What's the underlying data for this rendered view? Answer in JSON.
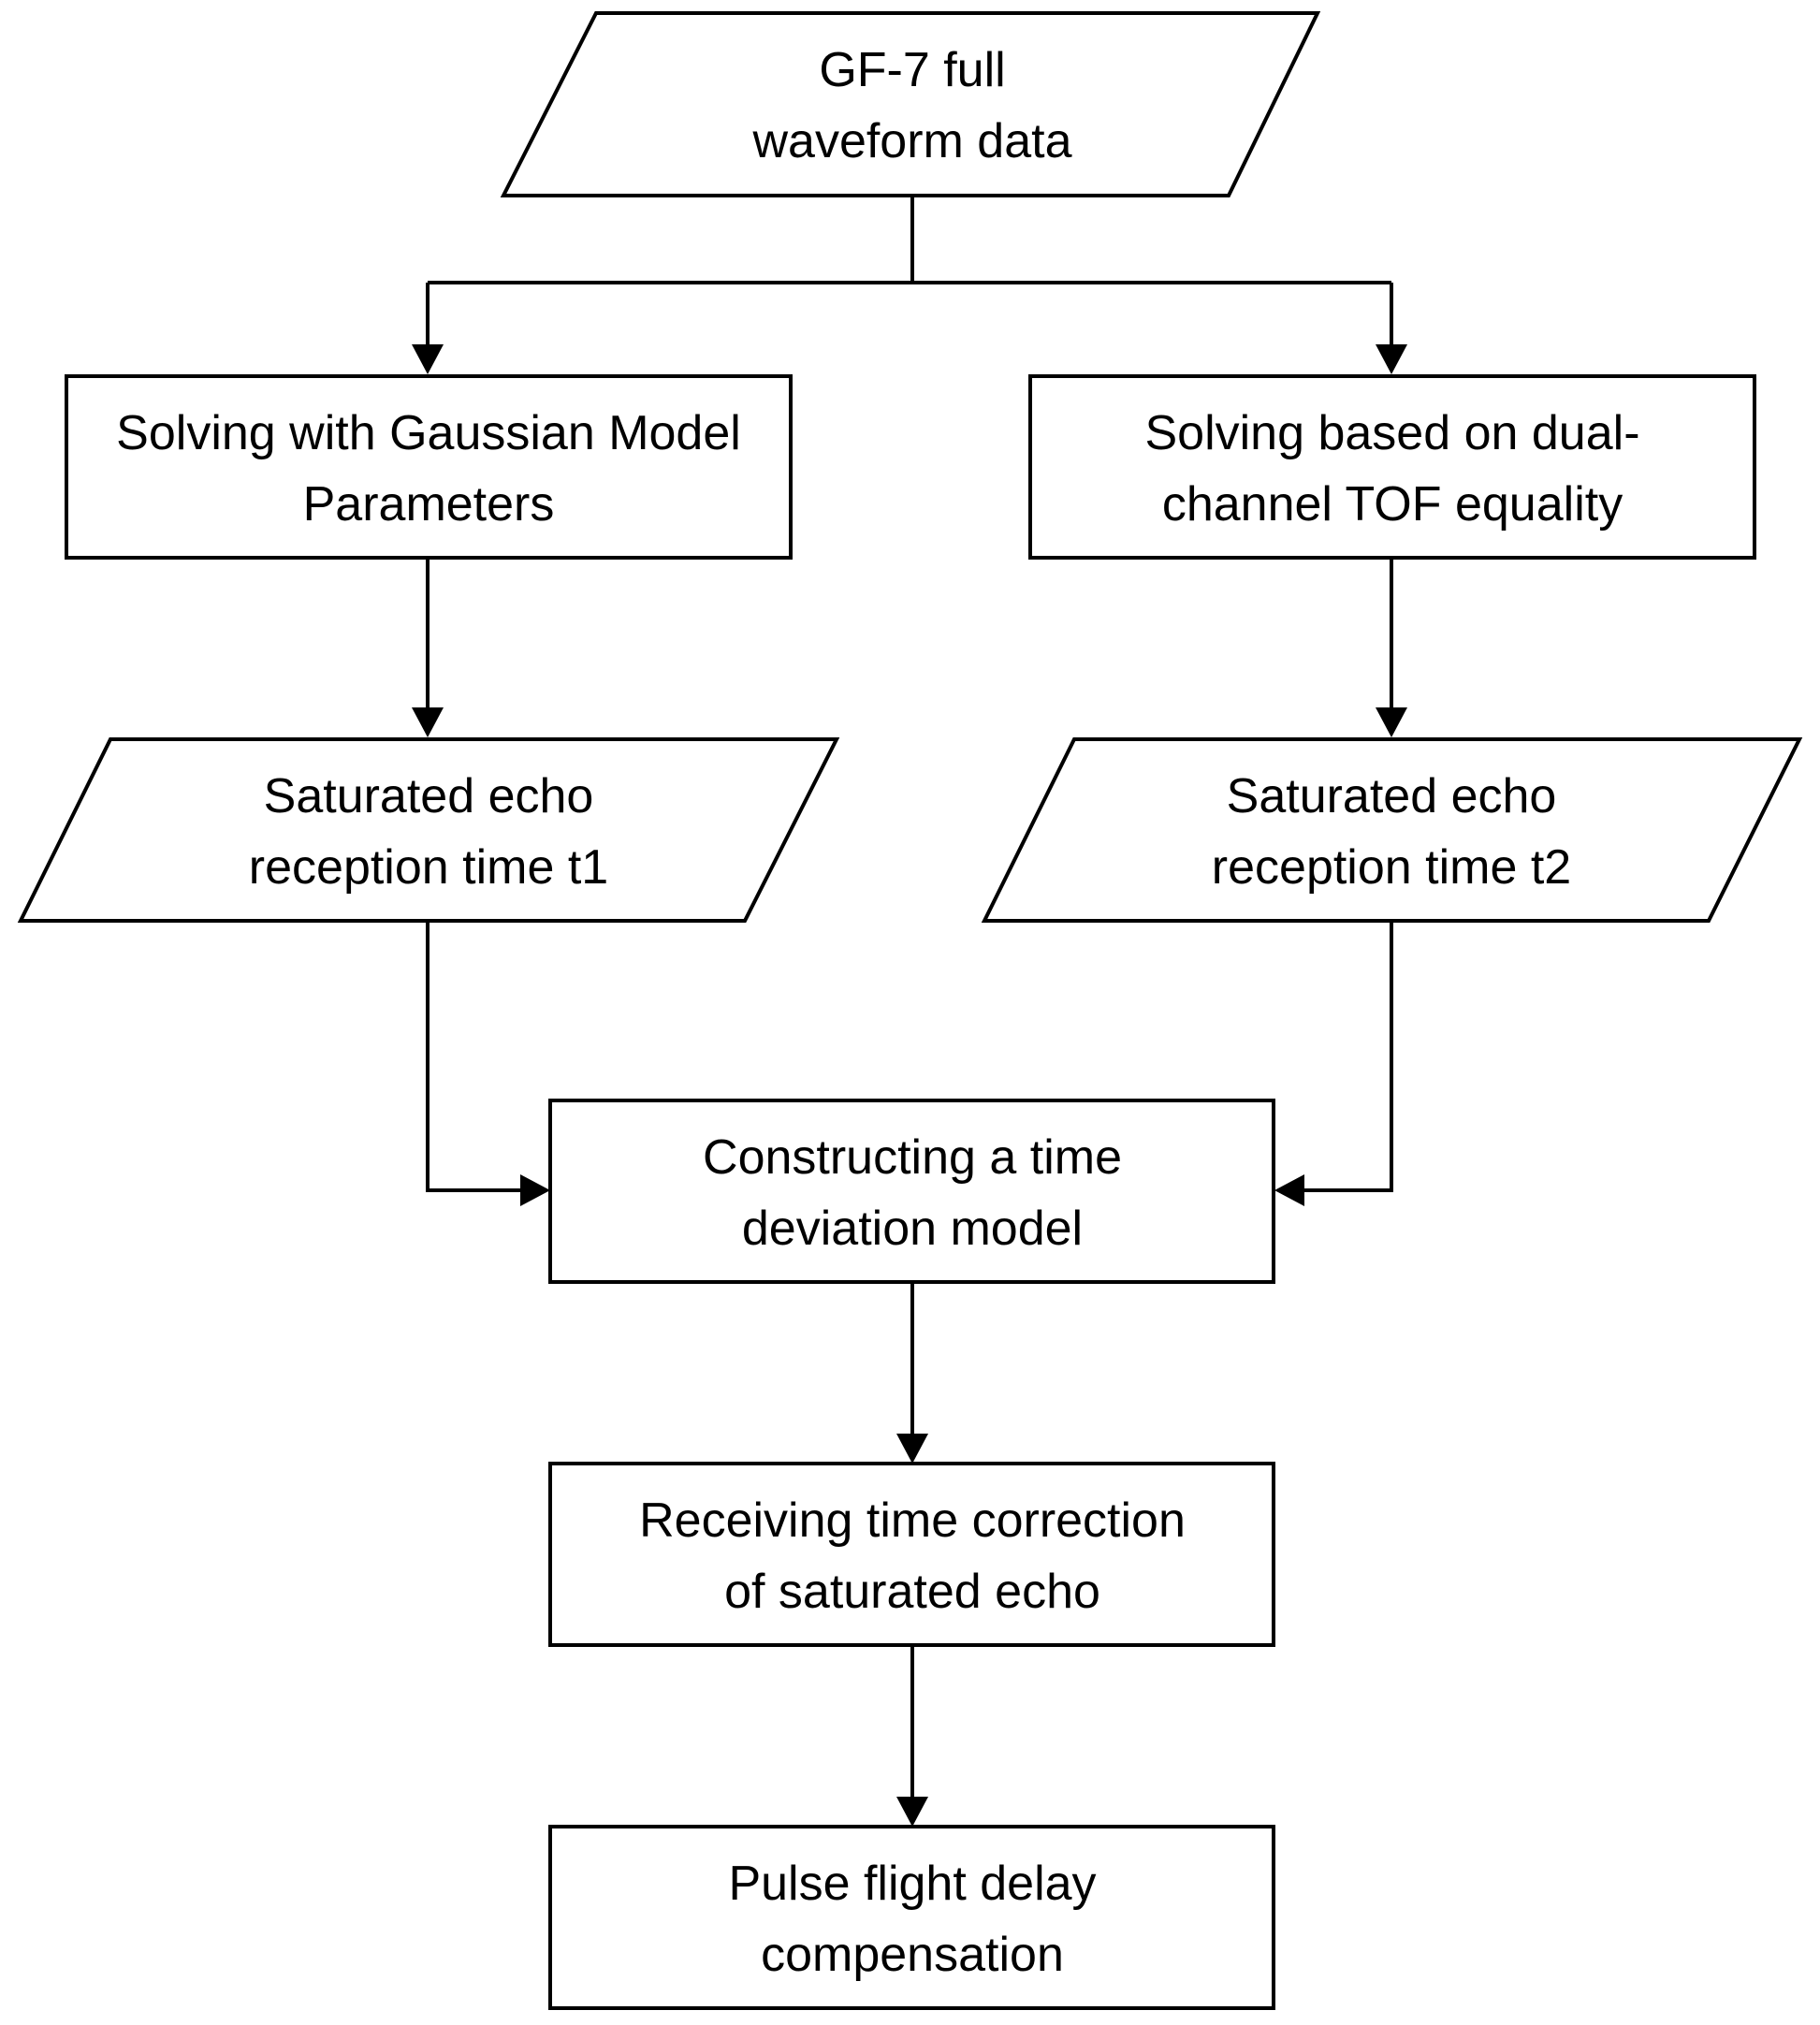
{
  "diagram": {
    "type": "flowchart",
    "nodes": [
      {
        "id": "input",
        "shape": "parallelogram",
        "lines": [
          "GF-7 full",
          "waveform data"
        ]
      },
      {
        "id": "gaussian",
        "shape": "rectangle",
        "lines": [
          "Solving with Gaussian Model",
          "Parameters"
        ]
      },
      {
        "id": "dual",
        "shape": "rectangle",
        "lines": [
          "Solving based on dual-",
          "channel TOF equality"
        ]
      },
      {
        "id": "t1",
        "shape": "parallelogram",
        "lines": [
          "Saturated echo",
          "reception time t1"
        ]
      },
      {
        "id": "t2",
        "shape": "parallelogram",
        "lines": [
          "Saturated echo",
          "reception time t2"
        ]
      },
      {
        "id": "model",
        "shape": "rectangle",
        "lines": [
          "Constructing a time",
          "deviation model"
        ]
      },
      {
        "id": "correction",
        "shape": "rectangle",
        "lines": [
          "Receiving time correction",
          "of saturated echo"
        ]
      },
      {
        "id": "compensation",
        "shape": "rectangle",
        "lines": [
          "Pulse flight delay",
          "compensation"
        ]
      }
    ],
    "edges": [
      {
        "from": "input",
        "to": "gaussian"
      },
      {
        "from": "input",
        "to": "dual"
      },
      {
        "from": "gaussian",
        "to": "t1"
      },
      {
        "from": "dual",
        "to": "t2"
      },
      {
        "from": "t1",
        "to": "model"
      },
      {
        "from": "t2",
        "to": "model"
      },
      {
        "from": "model",
        "to": "correction"
      },
      {
        "from": "correction",
        "to": "compensation"
      }
    ]
  }
}
